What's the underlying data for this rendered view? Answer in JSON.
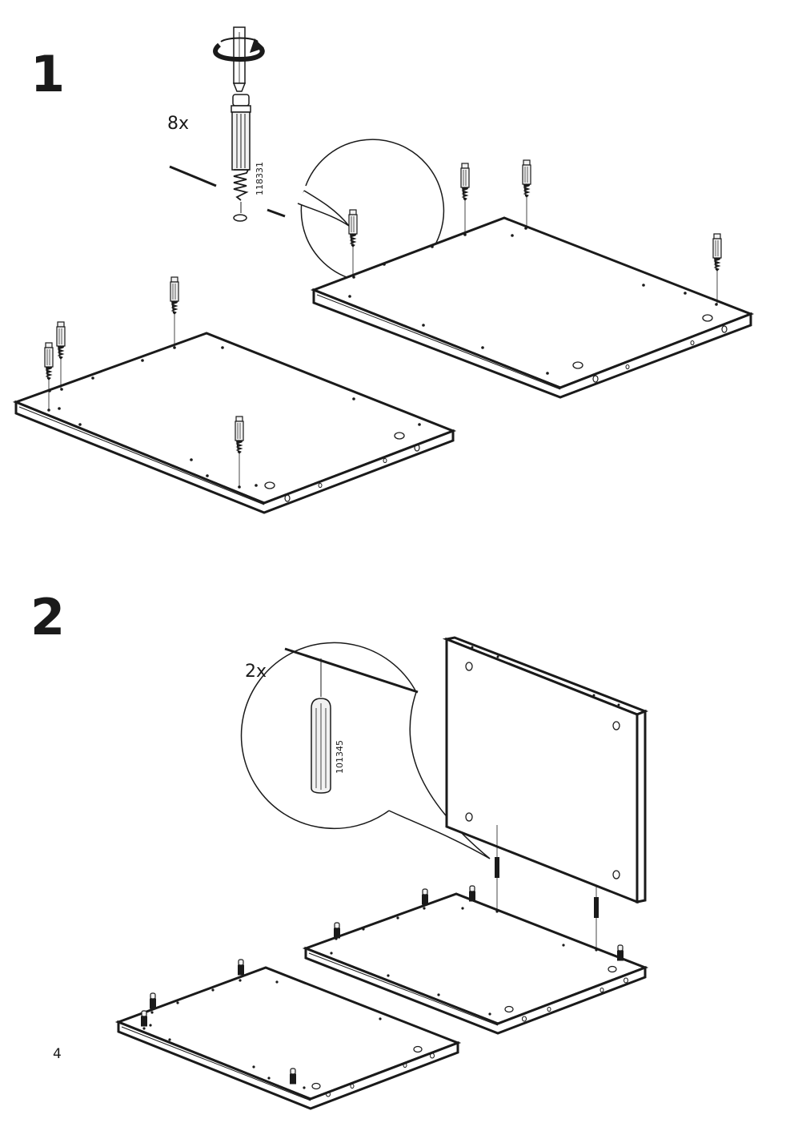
{
  "page": {
    "number": "4"
  },
  "steps": [
    {
      "number": "1",
      "callout": {
        "quantity": "8x",
        "part_number": "118331",
        "part": "cam-lock-dowel-screw",
        "tool": "screwdriver"
      }
    },
    {
      "number": "2",
      "callout": {
        "quantity": "2x",
        "part_number": "101345",
        "part": "wooden-dowel"
      }
    }
  ],
  "colors": {
    "ink": "#1a1a1a",
    "paper": "#ffffff",
    "board_top": "#ffffff",
    "part_fill": "#f2f2f2"
  }
}
